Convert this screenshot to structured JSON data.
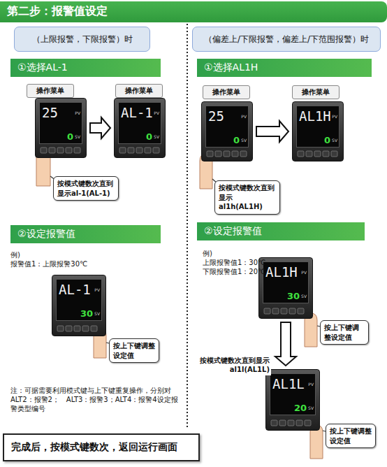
{
  "diagram": {
    "title": "第二步：报警值设定",
    "nodes": [
      {
        "text": [
          "（上限报警，下限报警）时"
        ]
      },
      {
        "text": [
          "（偏差上/下限报警，偏差上/下范围报警）时"
        ]
      },
      {
        "text": [
          "①选择AL-1"
        ]
      },
      {
        "text": [
          "①选择AL1H"
        ]
      },
      {
        "text": [
          "操作菜单"
        ]
      },
      {
        "text": [
          "操作菜单"
        ]
      },
      {
        "text": [
          "操作菜单"
        ]
      },
      {
        "text": [
          "操作菜单"
        ]
      },
      {
        "text": [
          "25",
          "0",
          "PV",
          "SV"
        ]
      },
      {
        "text": [
          "AL-1",
          "0",
          "PV",
          "SV"
        ]
      },
      {
        "text": [
          "25",
          "0",
          "PV",
          "SV"
        ]
      },
      {
        "text": [
          "AL1H",
          "0",
          "PV",
          "SV"
        ]
      },
      {
        "text": [
          "按模式键数次直到显示al-1(AL-1)"
        ]
      },
      {
        "text": [
          "按模式键数次直到显示al1h(AL1H)"
        ]
      },
      {
        "text": [
          "②设定报警值"
        ]
      },
      {
        "text": [
          "②设定报警值"
        ]
      },
      {
        "text": [
          "AL-1",
          "30",
          "PV",
          "SV"
        ]
      },
      {
        "text": [
          "按上下键调整设定值"
        ]
      },
      {
        "text": [
          "AL1H",
          "30",
          "PV",
          "SV"
        ]
      },
      {
        "text": [
          "按上下键调整设定值"
        ]
      },
      {
        "text": [
          "AL1L",
          "20",
          "PV",
          "SV"
        ]
      },
      {
        "text": [
          "按上下键调整设定值"
        ]
      },
      {
        "text": [
          "完成后，按模式键数次，返回运行画面"
        ]
      }
    ],
    "edges": [
      {
        "from": 8,
        "to": 9,
        "arrow": "to"
      },
      {
        "from": 10,
        "to": 11,
        "arrow": "to"
      },
      {
        "from": 18,
        "to": 20,
        "arrow": "to",
        "label": "按模式键数次直到显示al1l(AL1L)"
      }
    ],
    "labels": [
      "例)",
      "报警值1：上限报警30℃",
      "注：可据需要利用模式键与上下键重复操作，分别对ALT2：报警2；　ALT3：报警3；ALT4：报警4设定报警类型编号",
      "例)",
      "上限报警值1：30℃",
      "下限报警值1：20℃"
    ]
  }
}
